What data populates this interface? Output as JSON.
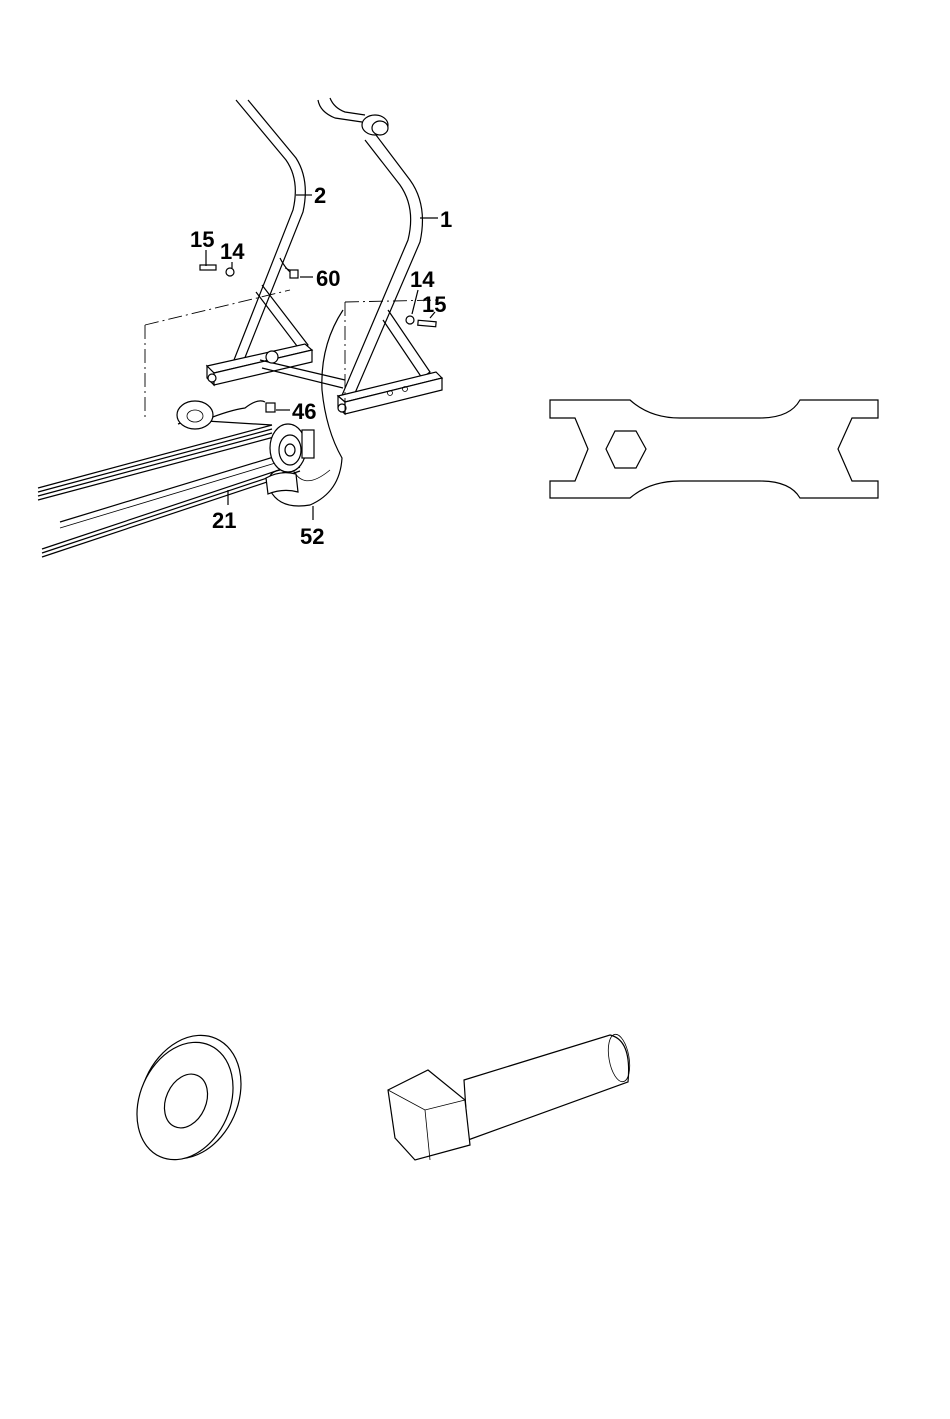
{
  "labels": {
    "upright_right": "1",
    "upright_left": "2",
    "bolt_left": "15",
    "washer_left": "14",
    "cable_upper": "60",
    "washer_right": "14",
    "bolt_right": "15",
    "cable_lower": "46",
    "frame": "21",
    "cable_loop": "52"
  }
}
